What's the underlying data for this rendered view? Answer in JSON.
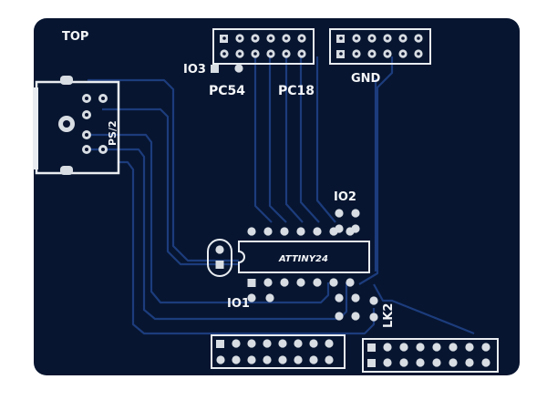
{
  "board": {
    "substrate_color": "#071530",
    "trace_color": "#1c3c7c",
    "silk_color": "#f4f6f8",
    "pad_color": "#d8dde3",
    "hole_color": "#0a1430"
  },
  "labels": {
    "top": "TOP",
    "io3": "IO3",
    "pc54": "PC54",
    "pc18": "PC18",
    "gnd": "GND",
    "ps2": "PS/2",
    "io2": "IO2",
    "attiny": "ATTINY24",
    "io1": "IO1",
    "lk2": "LK2"
  }
}
